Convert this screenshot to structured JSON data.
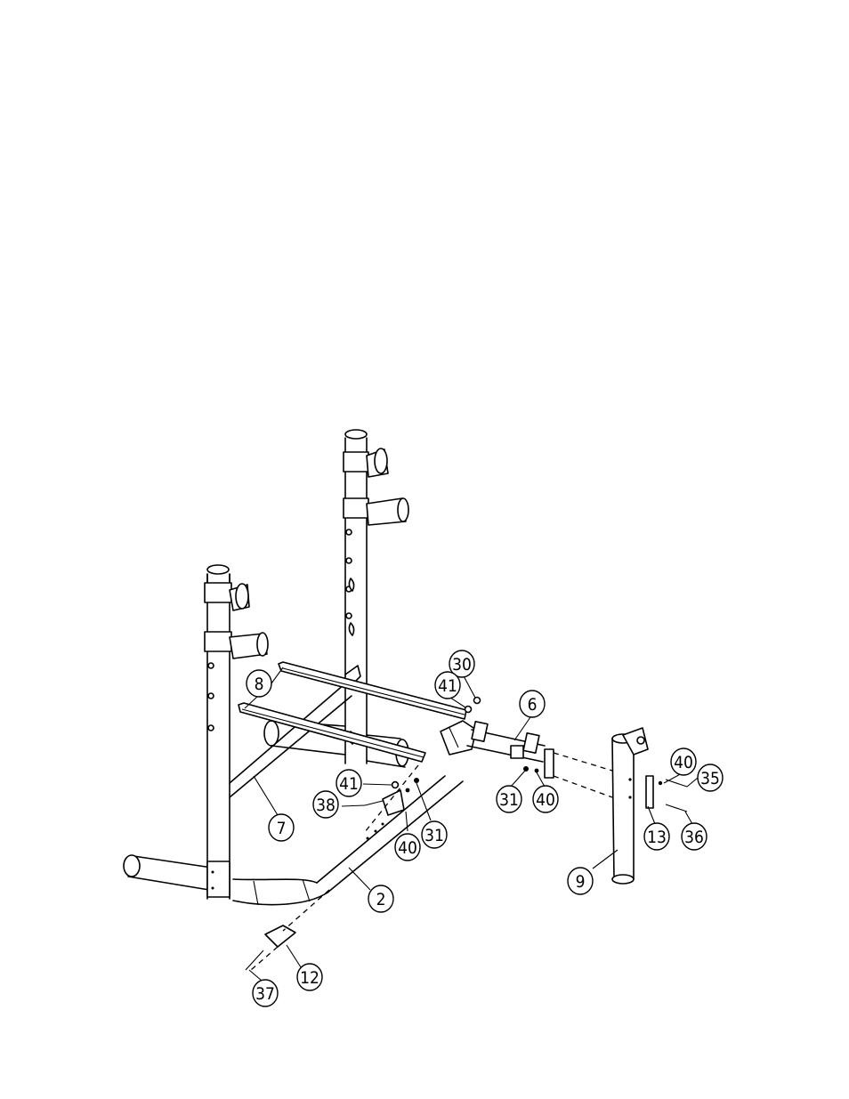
{
  "figure": {
    "type": "exploded-assembly-drawing",
    "callouts": [
      {
        "id": "c30",
        "label": "30"
      },
      {
        "id": "c41a",
        "label": "41"
      },
      {
        "id": "c6",
        "label": "6"
      },
      {
        "id": "c8",
        "label": "8"
      },
      {
        "id": "c40a",
        "label": "40"
      },
      {
        "id": "c35",
        "label": "35"
      },
      {
        "id": "c41b",
        "label": "41"
      },
      {
        "id": "c31a",
        "label": "31"
      },
      {
        "id": "c40b",
        "label": "40"
      },
      {
        "id": "c38",
        "label": "38"
      },
      {
        "id": "c31b",
        "label": "31"
      },
      {
        "id": "c7",
        "label": "7"
      },
      {
        "id": "c13",
        "label": "13"
      },
      {
        "id": "c36",
        "label": "36"
      },
      {
        "id": "c40c",
        "label": "40"
      },
      {
        "id": "c9",
        "label": "9"
      },
      {
        "id": "c2",
        "label": "2"
      },
      {
        "id": "c12",
        "label": "12"
      },
      {
        "id": "c37",
        "label": "37"
      }
    ]
  }
}
